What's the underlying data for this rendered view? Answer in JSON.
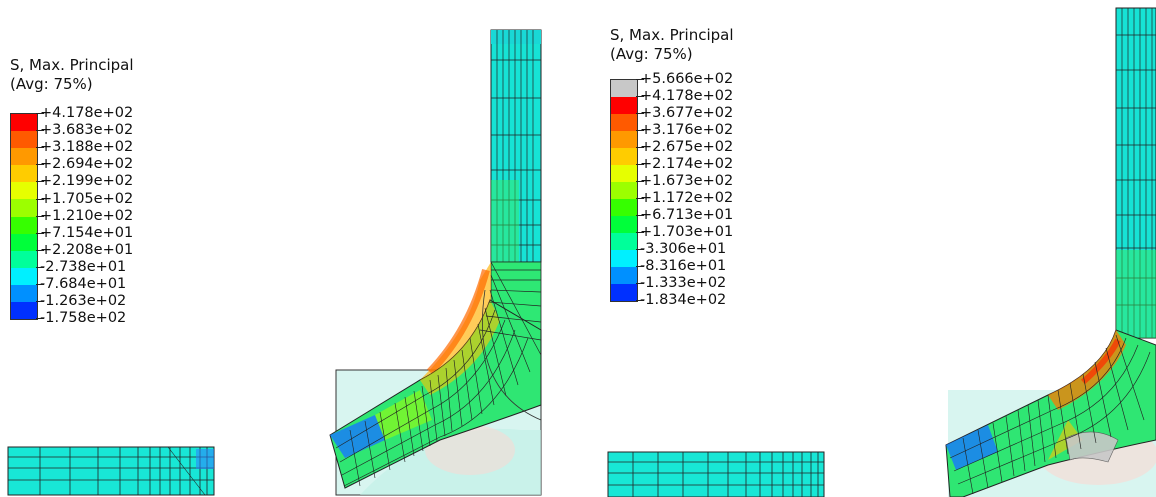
{
  "left": {
    "legend": {
      "title": "S, Max. Principal",
      "subtitle": "(Avg: 75%)",
      "labels": [
        "+4.178e+02",
        "+3.683e+02",
        "+3.188e+02",
        "+2.694e+02",
        "+2.199e+02",
        "+1.705e+02",
        "+1.210e+02",
        "+7.154e+01",
        "+2.208e+01",
        "-2.738e+01",
        "-7.684e+01",
        "-1.263e+02",
        "-1.758e+02"
      ],
      "colors": [
        "#ff0000",
        "#ff5a00",
        "#ff9900",
        "#ffcc00",
        "#e6ff00",
        "#9cff00",
        "#36ff00",
        "#00ff3a",
        "#00ff9a",
        "#00f0ff",
        "#0090ff",
        "#0030ff",
        "#0000ff"
      ]
    }
  },
  "right": {
    "legend": {
      "title": "S, Max. Principal",
      "subtitle": "(Avg: 75%)",
      "labels": [
        "+5.666e+02",
        "+4.178e+02",
        "+3.677e+02",
        "+3.176e+02",
        "+2.675e+02",
        "+2.174e+02",
        "+1.673e+02",
        "+1.172e+02",
        "+6.713e+01",
        "+1.703e+01",
        "-3.306e+01",
        "-8.316e+01",
        "-1.333e+02",
        "-1.834e+02"
      ],
      "colors": [
        "#c8c8c8",
        "#ff0000",
        "#ff5a00",
        "#ff9900",
        "#ffcc00",
        "#e6ff00",
        "#9cff00",
        "#36ff00",
        "#00ff3a",
        "#00ff9a",
        "#00f0ff",
        "#0090ff",
        "#0030ff",
        "#0000ff"
      ]
    }
  }
}
